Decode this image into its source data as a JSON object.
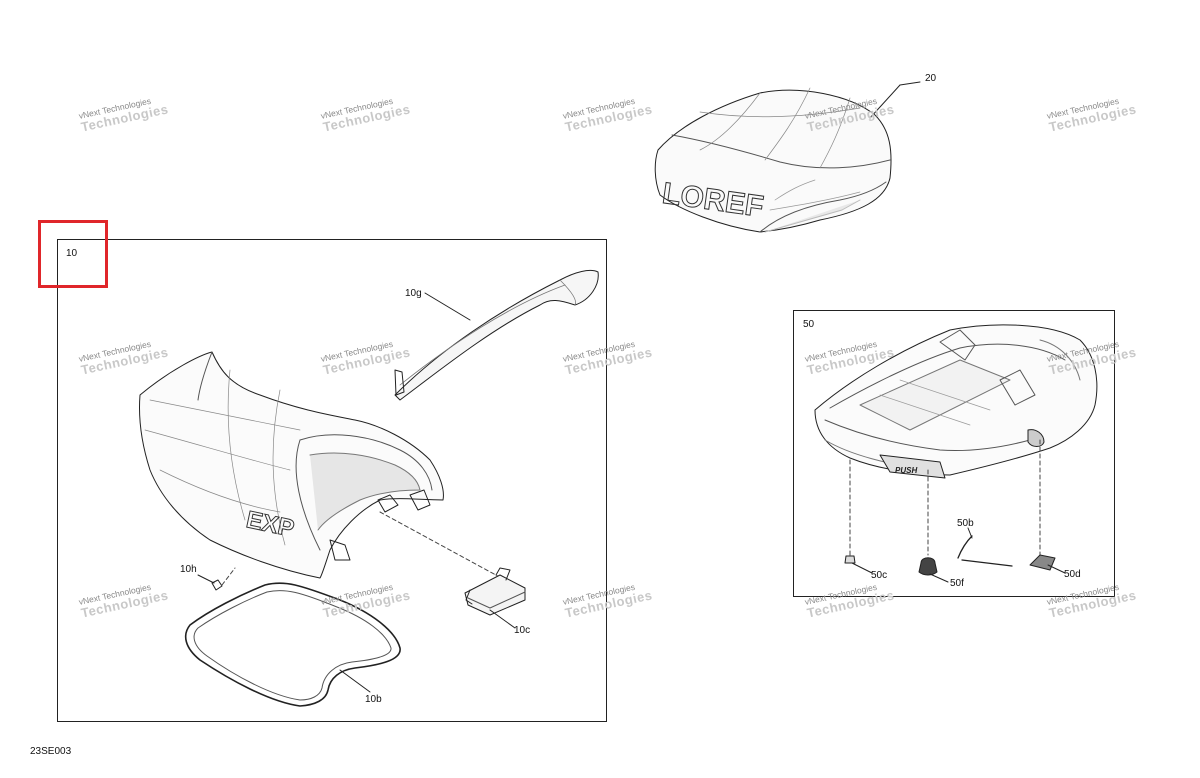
{
  "figure_id": "23SE003",
  "watermark": {
    "line1": "vNext Technologies",
    "line2": "Technologies"
  },
  "callouts": {
    "c20": "20",
    "c10": "10",
    "c10g": "10g",
    "c10h": "10h",
    "c10c": "10c",
    "c10b": "10b",
    "c50": "50",
    "c50b": "50b",
    "c50c": "50c",
    "c50f": "50f",
    "c50d": "50d"
  },
  "decals": {
    "cover_text": "LOREF",
    "seat_text": "EXP",
    "tray_text": "PUSH"
  },
  "colors": {
    "line": "#222222",
    "highlight": "#e0262a",
    "watermark": "#8a8a8a"
  }
}
